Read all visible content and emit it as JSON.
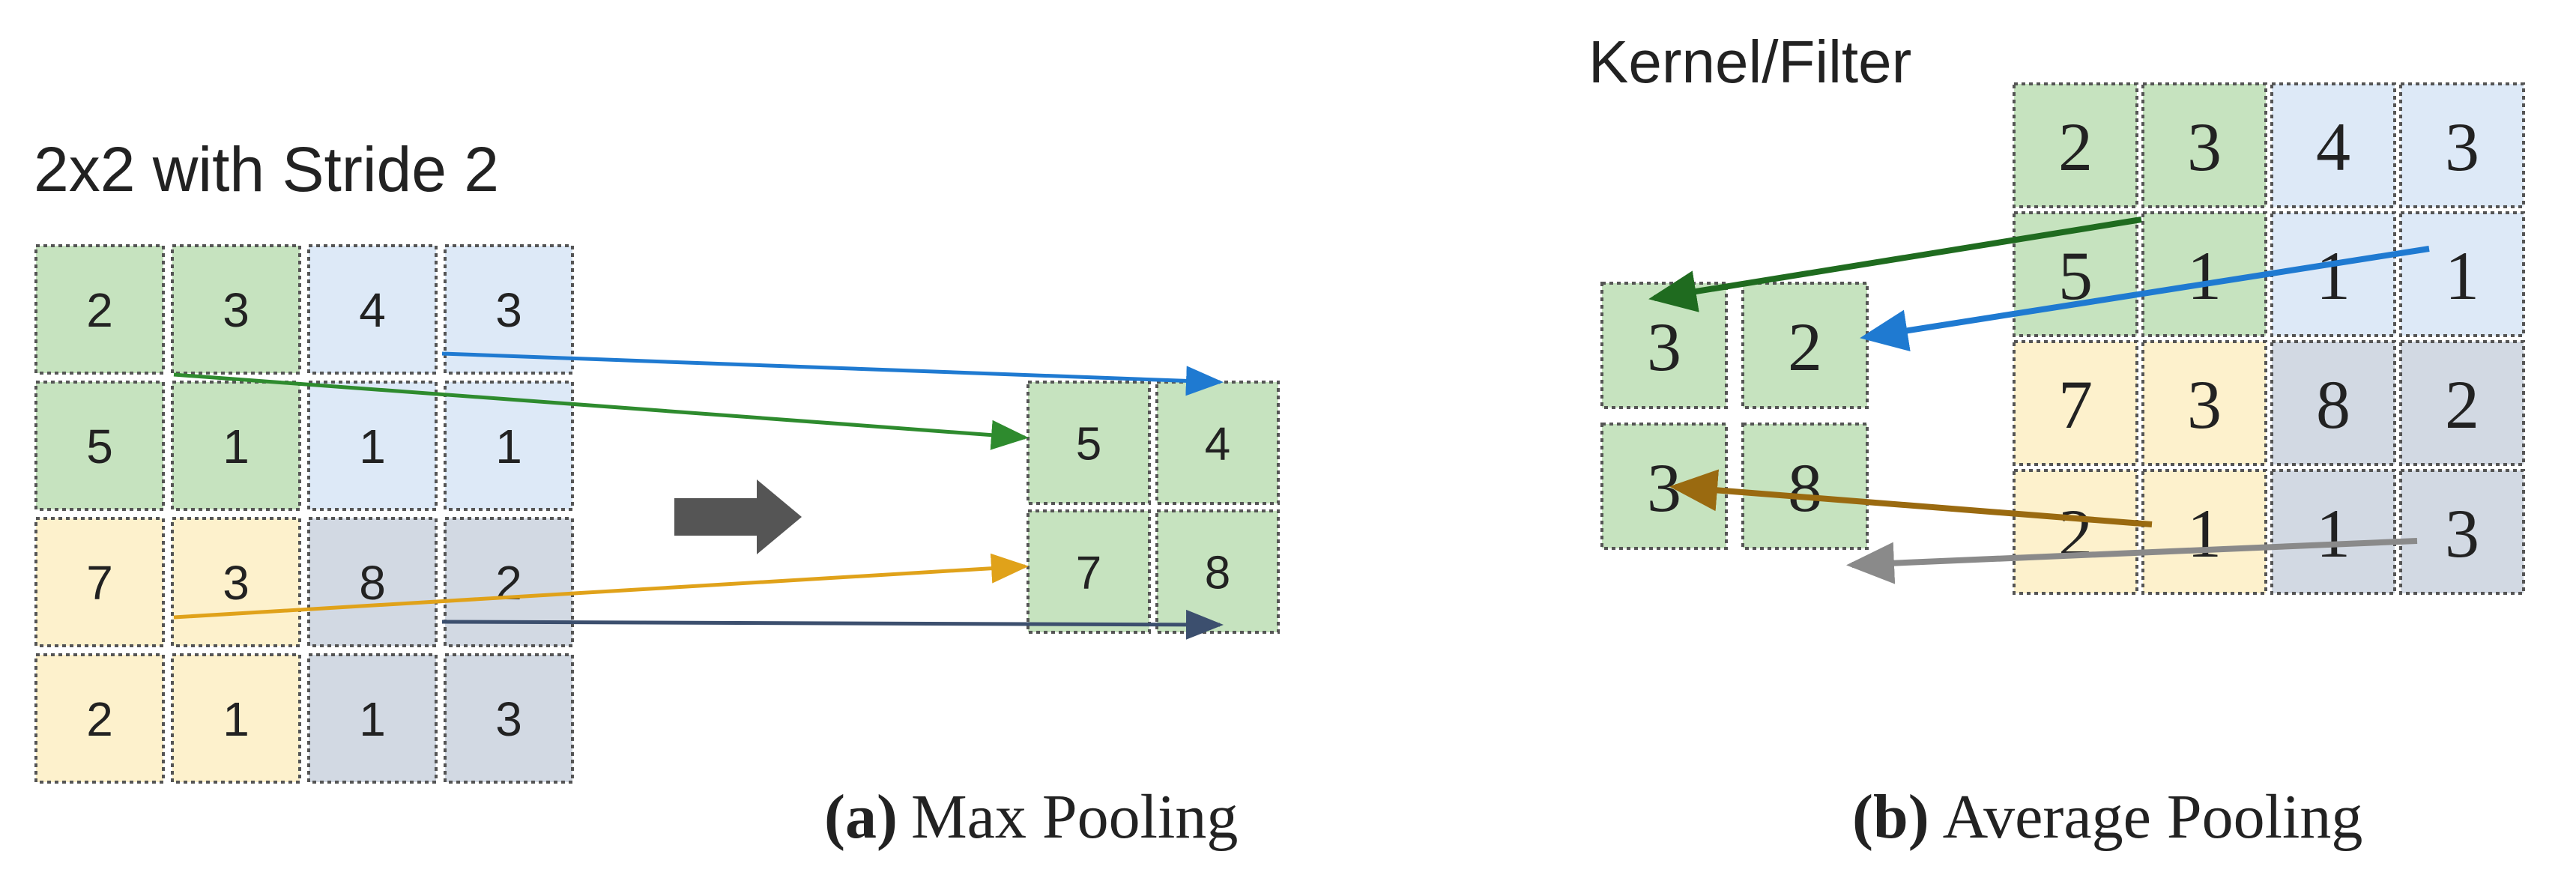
{
  "colors": {
    "green": "#c6e3bf",
    "blue": "#dde9f7",
    "yellow": "#fdf1cc",
    "gray": "#d2d9e3",
    "arrow_blue": "#1f7ad1",
    "arrow_green": "#2e8b2e",
    "arrow_gold": "#e0a21a",
    "arrow_navy": "#3c4f6e",
    "arrow_darkgreen": "#1f6b1f",
    "arrow_brown": "#9a6a10",
    "arrow_gray": "#8a8a8a",
    "big_arrow": "#555555"
  },
  "max_pooling": {
    "subtitle": "2x2 with Stride 2",
    "caption_bold": "(a)",
    "caption_text": "Max Pooling",
    "input_grid": [
      [
        "2",
        "3",
        "4",
        "3"
      ],
      [
        "5",
        "1",
        "1",
        "1"
      ],
      [
        "7",
        "3",
        "8",
        "2"
      ],
      [
        "2",
        "1",
        "1",
        "3"
      ]
    ],
    "output_grid": [
      [
        "5",
        "4"
      ],
      [
        "7",
        "8"
      ]
    ]
  },
  "average_pooling": {
    "kernel_label": "Kernel/Filter",
    "caption_bold": "(b)",
    "caption_text": "Average Pooling",
    "input_grid": [
      [
        "2",
        "3",
        "4",
        "3"
      ],
      [
        "5",
        "1",
        "1",
        "1"
      ],
      [
        "7",
        "3",
        "8",
        "2"
      ],
      [
        "2",
        "1",
        "1",
        "3"
      ]
    ],
    "output_grid": [
      [
        "3",
        "2"
      ],
      [
        "3",
        "8"
      ]
    ]
  }
}
